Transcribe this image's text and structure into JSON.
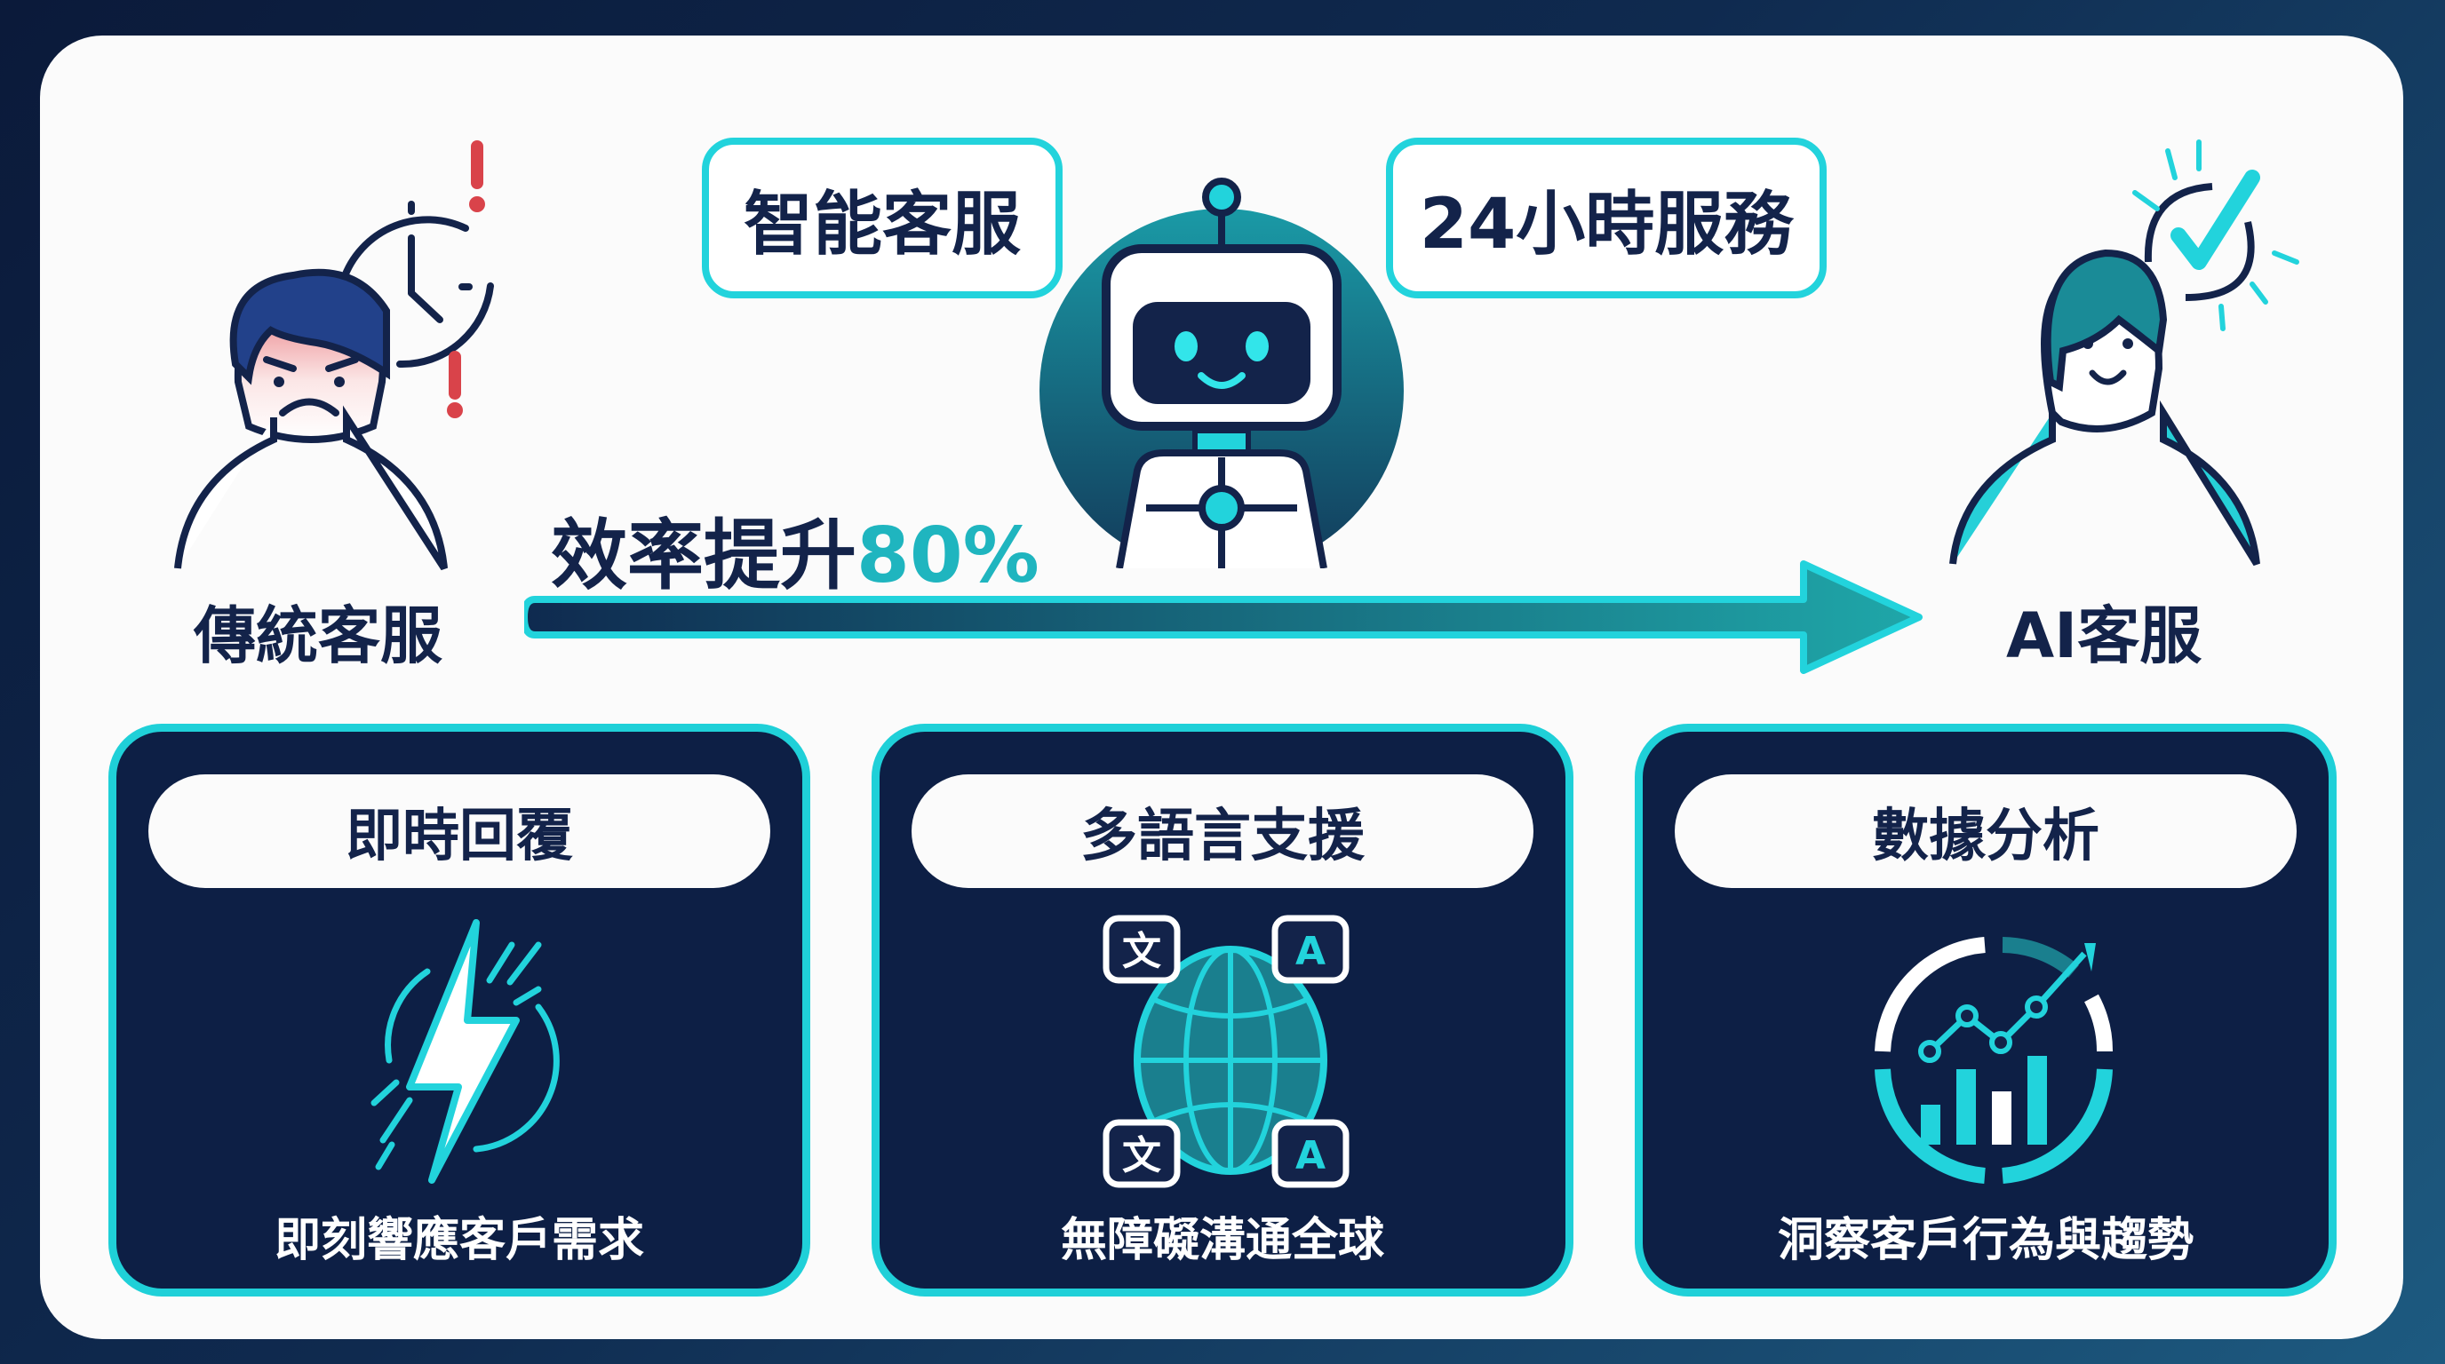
{
  "diagram": {
    "left_actor": {
      "label": "傳統客服",
      "icons": [
        "clock-icon",
        "exclamation-icon",
        "angry-person-icon"
      ]
    },
    "center_actor": {
      "icon": "robot-icon",
      "bubbles": [
        {
          "text": "智能客服"
        },
        {
          "text": "24小時服務"
        }
      ]
    },
    "right_actor": {
      "label": "AI客服",
      "icons": [
        "checkmark-icon",
        "happy-person-icon"
      ]
    },
    "transition": {
      "label_prefix": "效率提升",
      "label_value": "80%",
      "arrow": "right-arrow-icon"
    },
    "features": [
      {
        "title": "即時回覆",
        "description": "即刻響應客戶需求",
        "icon": "lightning-bolt-icon"
      },
      {
        "title": "多語言支援",
        "description": "無障礙溝通全球",
        "icon": "globe-translate-icon"
      },
      {
        "title": "數據分析",
        "description": "洞察客戶行為與趨勢",
        "icon": "analytics-chart-icon"
      }
    ]
  },
  "colors": {
    "navy": "#13234a",
    "panel": "#0d1f45",
    "teal": "#1fd0d8",
    "teal_dark": "#1a7f8e",
    "alert_red": "#d9434a"
  }
}
